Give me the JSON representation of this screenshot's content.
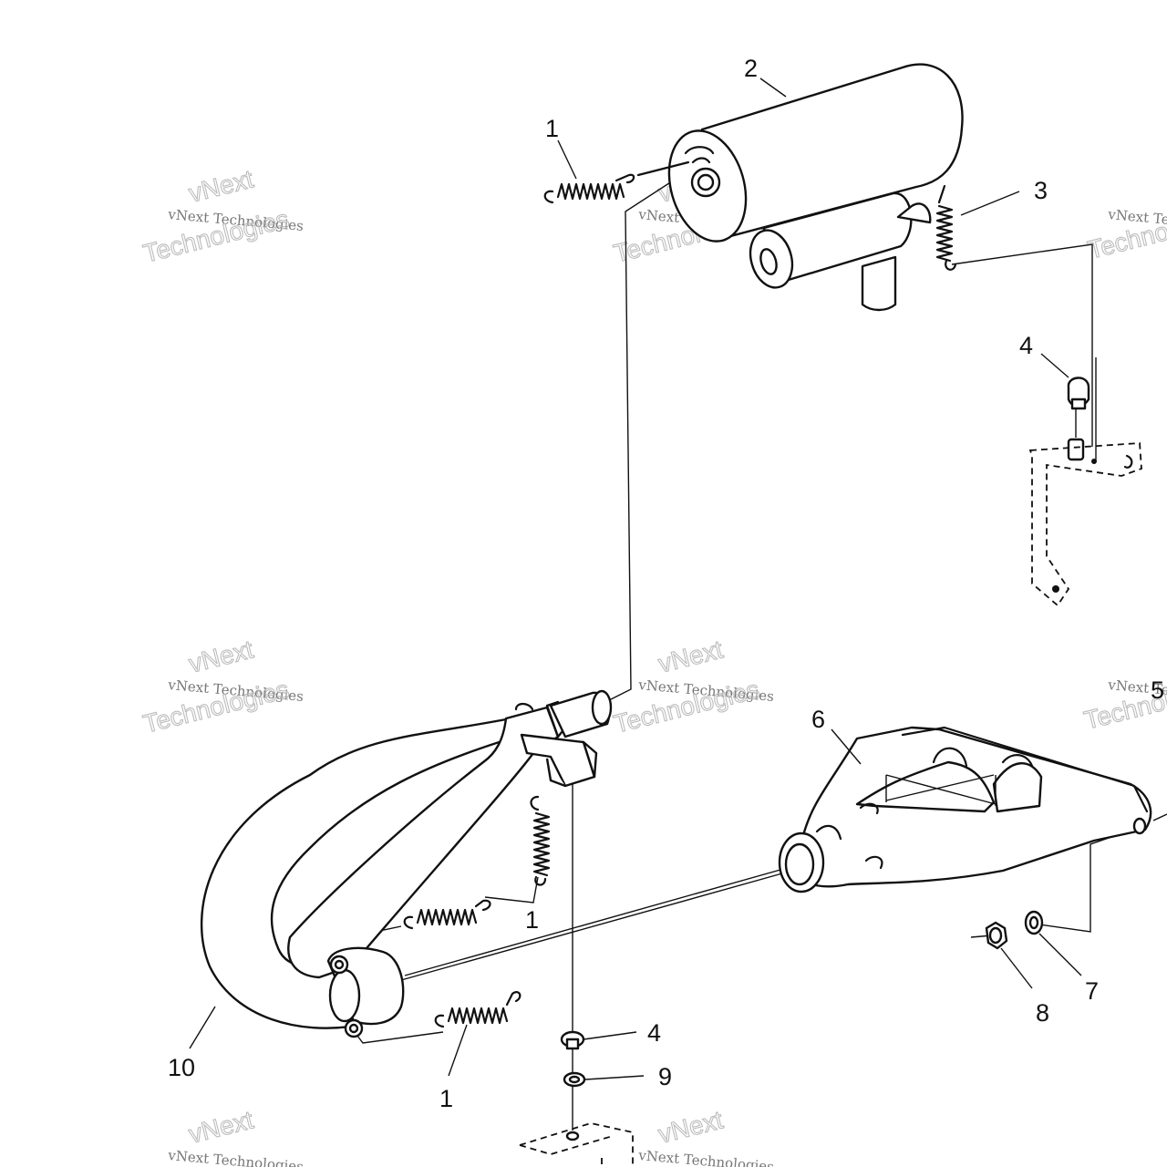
{
  "diagram": {
    "callouts": [
      {
        "id": "c1a",
        "text": "1"
      },
      {
        "id": "c2",
        "text": "2"
      },
      {
        "id": "c3",
        "text": "3"
      },
      {
        "id": "c4a",
        "text": "4"
      },
      {
        "id": "c5",
        "text": "5"
      },
      {
        "id": "c6",
        "text": "6"
      },
      {
        "id": "c1b",
        "text": "1"
      },
      {
        "id": "c7",
        "text": "7"
      },
      {
        "id": "c8",
        "text": "8"
      },
      {
        "id": "c4b",
        "text": "4"
      },
      {
        "id": "c9",
        "text": "9"
      },
      {
        "id": "c10",
        "text": "10"
      },
      {
        "id": "c1c",
        "text": "1"
      }
    ]
  },
  "watermark": {
    "line1": "vNext Technologies",
    "line2": "Technologies",
    "logo": "vNext"
  }
}
